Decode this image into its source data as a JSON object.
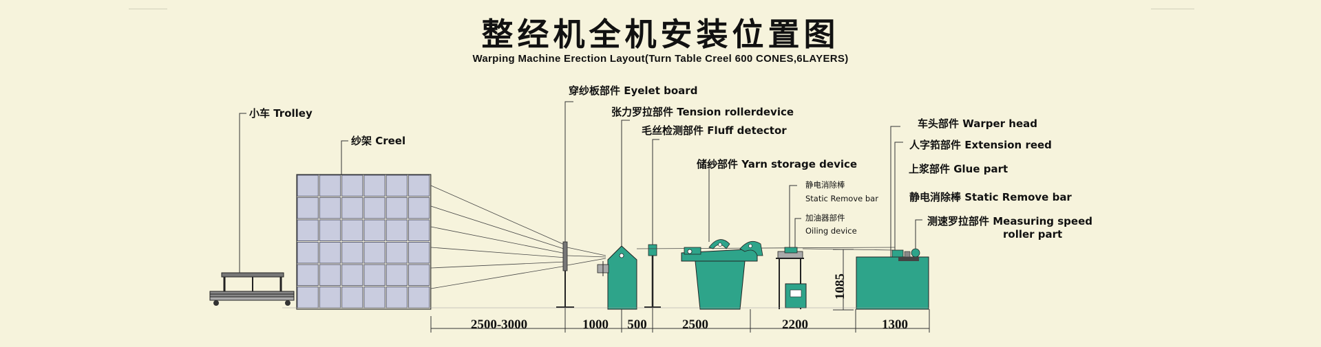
{
  "title": "整经机全机安装位置图",
  "subtitle": "Warping Machine Erection Layout(Turn Table Creel 600 CONES,6LAYERS)",
  "labels": {
    "trolley": "小车 Trolley",
    "creel": "纱架 Creel",
    "eyelet_board": "穿纱板部件 Eyelet  board",
    "tension_roller": "张力罗拉部件 Tension rollerdevice",
    "fluff_detector": "毛丝检测部件 Fluff detector",
    "yarn_storage": "储纱部件 Yarn storage device",
    "static_remove_small_cn": "静电消除棒",
    "static_remove_small_en": "Static Remove bar",
    "oiling_cn": "加油器部件",
    "oiling_en": "Oiling device",
    "warper_head": "车头部件 Warper head",
    "extension_reed": "人字筘部件 Extension reed",
    "glue_part": "上浆部件 Glue part",
    "static_remove_bar": "静电消除棒 Static Remove bar",
    "measuring_speed_1": "测速罗拉部件 Measuring speed",
    "measuring_speed_2": "roller part"
  },
  "dimensions": {
    "d1": "2500-3000",
    "d2": "1000",
    "d3": "500",
    "d4": "2500",
    "d5": "2200",
    "d6": "1300",
    "height": "1085"
  },
  "colors": {
    "background": "#f6f3dc",
    "machine_green": "#2ea48a",
    "creel_fill": "#c9ccdf",
    "line": "#333333"
  }
}
